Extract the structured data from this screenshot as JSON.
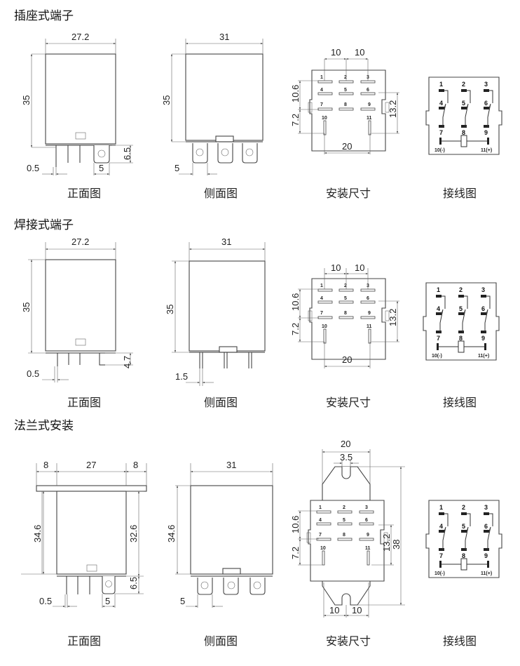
{
  "sections": [
    {
      "title": "插座式端子",
      "front": {
        "width": "27.2",
        "height": "35",
        "pin_height": "6.5",
        "pin_width": "0.5",
        "pin_pitch": "5"
      },
      "side": {
        "width": "31",
        "height": "35",
        "pin_pitch": "5"
      },
      "mount": {
        "pitch_a": "10",
        "pitch_b": "10",
        "span": "20",
        "row_a": "10.6",
        "row_b": "7.2",
        "right": "13.2"
      },
      "captions": [
        "正面图",
        "侧面图",
        "安装尺寸",
        "接线图"
      ]
    },
    {
      "title": "焊接式端子",
      "front": {
        "width": "27.2",
        "height": "35",
        "pin_height": "4.7",
        "pin_width": "0.5"
      },
      "side": {
        "width": "31",
        "height": "35",
        "pin_offset": "1.5"
      },
      "mount": {
        "pitch_a": "10",
        "pitch_b": "10",
        "span": "20",
        "row_a": "10.6",
        "row_b": "7.2",
        "right": "13.2"
      },
      "captions": [
        "正面图",
        "侧面图",
        "安装尺寸",
        "接线图"
      ]
    },
    {
      "title": "法兰式安装",
      "front": {
        "flange_left": "8",
        "width": "27",
        "flange_right": "8",
        "height": "34.6",
        "inner_height": "32.6",
        "pin_height": "6.5",
        "pin_width": "0.5",
        "pin_pitch": "5"
      },
      "side": {
        "width": "31",
        "height": "34.6",
        "pin_pitch": "5"
      },
      "mount": {
        "flange_width": "20",
        "slot": "3.5",
        "flange_height": "38",
        "bottom_a": "10",
        "bottom_b": "10",
        "row_a": "10.6",
        "row_b": "7.2",
        "right": "13.2"
      },
      "captions": [
        "正面图",
        "侧面图",
        "安装尺寸",
        "接线图"
      ]
    }
  ],
  "pins": [
    "1",
    "2",
    "3",
    "4",
    "5",
    "6",
    "7",
    "8",
    "9",
    "10",
    "11"
  ],
  "coil": {
    "minus": "10(-)",
    "plus": "11(+)"
  }
}
